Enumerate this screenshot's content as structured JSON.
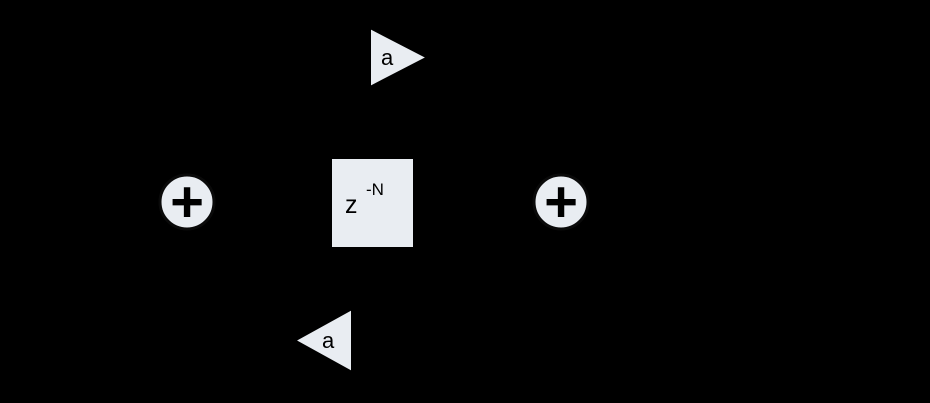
{
  "diagram": {
    "type": "signal-flow-block-diagram",
    "colors": {
      "background": "#000000",
      "shape_fill": "#e9edf2",
      "shape_stroke": "#000000",
      "text": "#000000"
    },
    "gain_top": {
      "label": "a"
    },
    "gain_bottom": {
      "label": "a"
    },
    "delay_block": {
      "base": "z",
      "exponent": "-N"
    },
    "summer_left": {
      "symbol": "+"
    },
    "summer_right": {
      "symbol": "+"
    }
  }
}
